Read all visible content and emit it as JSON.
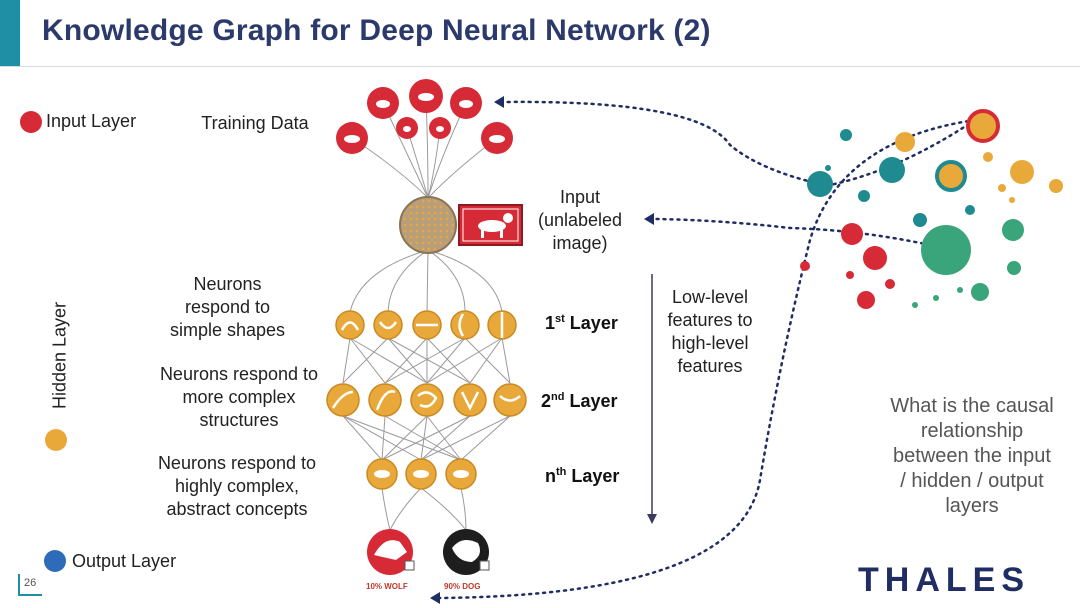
{
  "slide": {
    "title": "Knowledge Graph for Deep Neural Network (2)",
    "page_number": "26",
    "logo": "THALES"
  },
  "legend": {
    "input": {
      "label": "Input Layer",
      "color": "#d62b36"
    },
    "hidden": {
      "label": "Hidden Layer",
      "color": "#e8a93a"
    },
    "output": {
      "label": "Output Layer",
      "color": "#2e6bb8"
    }
  },
  "diagram": {
    "training_data": "Training Data",
    "input_label": [
      "Input",
      "(unlabeled",
      "image)"
    ],
    "neurons_1": [
      "Neurons",
      "respond to",
      "simple shapes"
    ],
    "neurons_2": [
      "Neurons respond to",
      "more complex",
      "structures"
    ],
    "neurons_n": [
      "Neurons respond to",
      "highly complex,",
      "abstract concepts"
    ],
    "layer_1": {
      "base": "1",
      "sup": "st",
      "rest": " Layer"
    },
    "layer_2": {
      "base": "2",
      "sup": "nd",
      "rest": " Layer"
    },
    "layer_n": {
      "base": "n",
      "sup": "th",
      "rest": " Layer"
    },
    "features": [
      "Low-level",
      "features to",
      "high-level",
      "features"
    ],
    "output_1": "10% WOLF",
    "output_2": "90% DOG"
  },
  "question": [
    "What is the causal",
    "relationship",
    "between the input",
    "/ hidden / output",
    "layers"
  ],
  "colors": {
    "accent": "#1f8fa6",
    "title": "#2b3a6b",
    "red": "#d62b36",
    "orange": "#e8a93a",
    "teal": "#1f8a8f",
    "green": "#3aa57a",
    "navy": "#1f2d63"
  }
}
